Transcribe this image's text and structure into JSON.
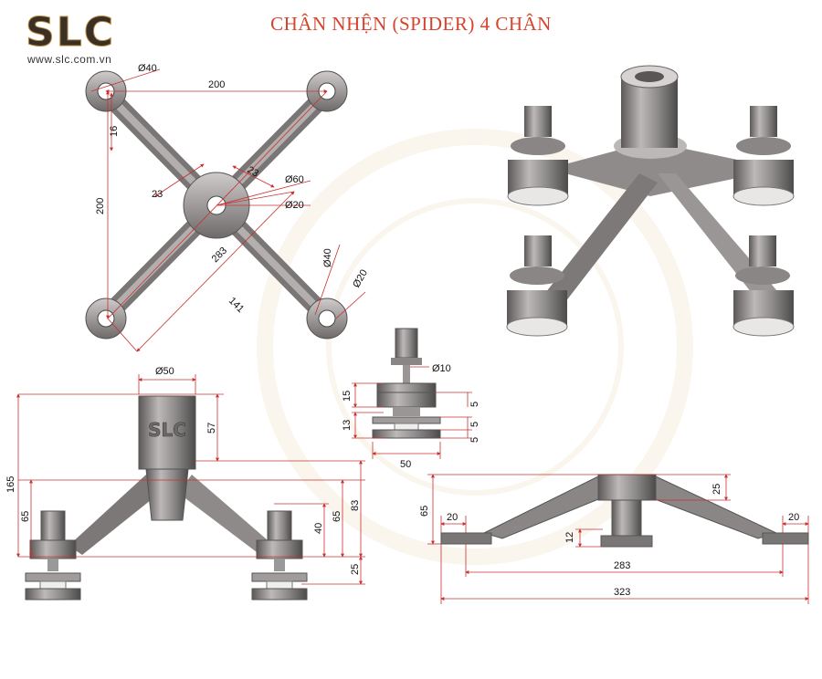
{
  "logo": {
    "brand": "SLC",
    "url": "www.slc.com.vn"
  },
  "title": "CHÂN NHỆN (SPIDER) 4 CHÂN",
  "colors": {
    "title": "#d8432c",
    "dimension_line": "#c93030",
    "steel": "#8d8a8a",
    "logo_dark": "#3a3026",
    "logo_gold": "#b98a3e"
  },
  "top_view": {
    "d_hole": "Ø40",
    "span_horizontal": "200",
    "arm_width": "16",
    "span_vertical": "200",
    "arm_a": "23",
    "arm_b": "23",
    "hub_d": "Ø60",
    "hub_hole": "Ø20",
    "diagonal": "283",
    "half_diagonal": "141",
    "end_d": "Ø40",
    "end_hole": "Ø20"
  },
  "side_view": {
    "d_top": "Ø50",
    "h_boss": "57",
    "h_total": "165",
    "h_left": "65",
    "h_right": "83",
    "h_mid": "65",
    "h_arm": "40",
    "h_bottom": "25"
  },
  "fitting_view": {
    "d_bolt": "Ø10",
    "h_15": "15",
    "h_13": "13",
    "h_5a": "5",
    "h_5b": "5",
    "h_5c": "5",
    "w_disc": "50"
  },
  "profile_view": {
    "h_65": "65",
    "h_25": "25",
    "end_left": "20",
    "end_right": "20",
    "h_12": "12",
    "len_283": "283",
    "len_323": "323"
  }
}
